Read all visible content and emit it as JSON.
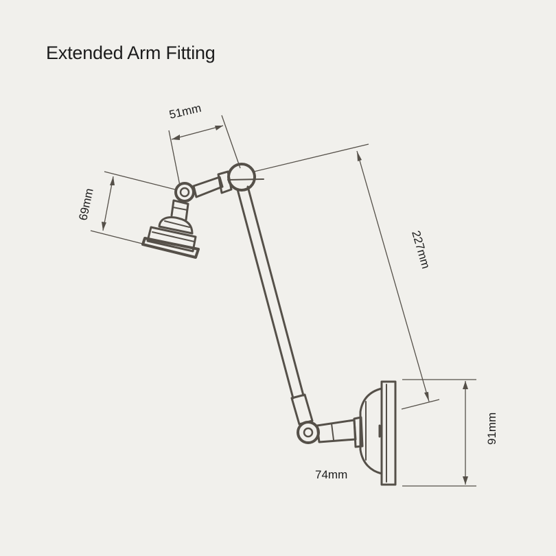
{
  "title": "Extended Arm Fitting",
  "dimensions": {
    "shade_width": "51mm",
    "shade_height": "69mm",
    "arm_length": "227mm",
    "plate_height": "91mm",
    "projection": "74mm"
  },
  "colors": {
    "background": "#f1f0ec",
    "line": "#555049",
    "text": "#1c1c1c"
  }
}
